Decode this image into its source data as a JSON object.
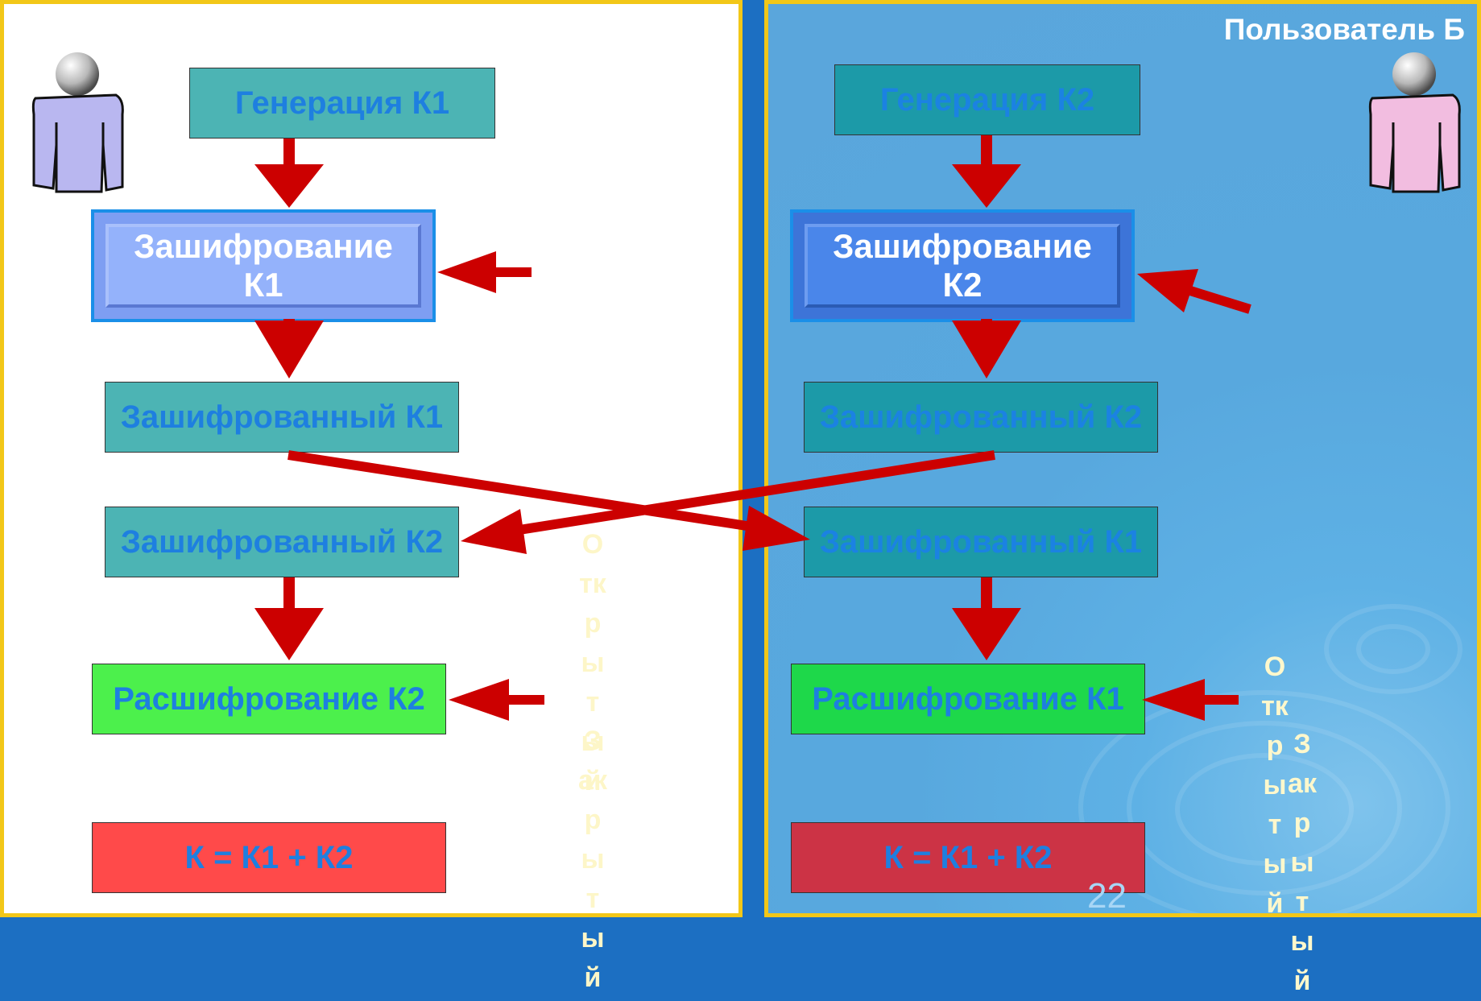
{
  "user_b_label": "Пользователь Б",
  "left": {
    "gen": "Генерация К1",
    "encrypt": "Зашифрование\nК1",
    "encrypted_own": "Зашифрованный К1",
    "encrypted_other": "Зашифрованный К2",
    "decrypt": "Расшифрование К2",
    "result": "К = К1 + К2",
    "open_text": "Открытый",
    "closed_text": "Закрытый"
  },
  "right": {
    "gen": "Генерация К2",
    "encrypt": "Зашифрование\nК2",
    "encrypted_own": "Зашифрованный К2",
    "encrypted_other": "Зашифрованный К1",
    "decrypt": "Расшифрование К1",
    "result": "К = К1 + К2",
    "open_text": "Открытый",
    "closed_text": "Закрытый"
  },
  "slide_number": "22",
  "colors": {
    "arrow": "#cc0000",
    "panel_border": "#f2c718",
    "user_a_body": "#b9b7f0",
    "user_b_body": "#f2bde0"
  },
  "icons": {
    "user_a": "person-icon",
    "user_b": "person-icon"
  }
}
